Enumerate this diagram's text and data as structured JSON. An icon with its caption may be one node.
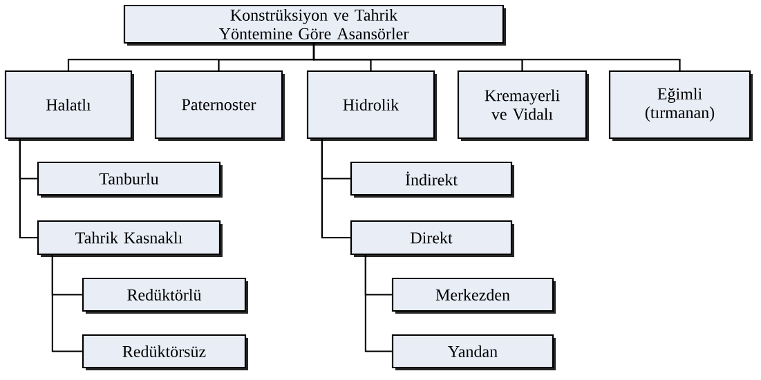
{
  "diagram": {
    "nodes": [
      {
        "text": [
          "Konstrüksiyon ve Tahrik Yöntemine Göre Asansörler"
        ]
      },
      {
        "text": [
          "Halatlı"
        ]
      },
      {
        "text": [
          "Paternoster"
        ]
      },
      {
        "text": [
          "Hidrolik"
        ]
      },
      {
        "text": [
          "Kremayerli ve Vidalı"
        ]
      },
      {
        "text": [
          "Eğimli (tırmanan)"
        ]
      },
      {
        "text": [
          "Tanburlu"
        ]
      },
      {
        "text": [
          "Tahrik Kasnaklı"
        ]
      },
      {
        "text": [
          "Redüktörlü"
        ]
      },
      {
        "text": [
          "Redüktörsüz"
        ]
      },
      {
        "text": [
          "İndirekt"
        ]
      },
      {
        "text": [
          "Direkt"
        ]
      },
      {
        "text": [
          "Merkezden"
        ]
      },
      {
        "text": [
          "Yandan"
        ]
      }
    ],
    "edges": [
      {
        "from": 0,
        "to": 1,
        "arrow": "none"
      },
      {
        "from": 0,
        "to": 2,
        "arrow": "none"
      },
      {
        "from": 0,
        "to": 3,
        "arrow": "none"
      },
      {
        "from": 0,
        "to": 4,
        "arrow": "none"
      },
      {
        "from": 0,
        "to": 5,
        "arrow": "none"
      },
      {
        "from": 1,
        "to": 6,
        "arrow": "none"
      },
      {
        "from": 1,
        "to": 7,
        "arrow": "none"
      },
      {
        "from": 7,
        "to": 8,
        "arrow": "none"
      },
      {
        "from": 7,
        "to": 9,
        "arrow": "none"
      },
      {
        "from": 3,
        "to": 10,
        "arrow": "none"
      },
      {
        "from": 3,
        "to": 11,
        "arrow": "none"
      },
      {
        "from": 11,
        "to": 12,
        "arrow": "none"
      },
      {
        "from": 11,
        "to": 13,
        "arrow": "none"
      }
    ]
  }
}
